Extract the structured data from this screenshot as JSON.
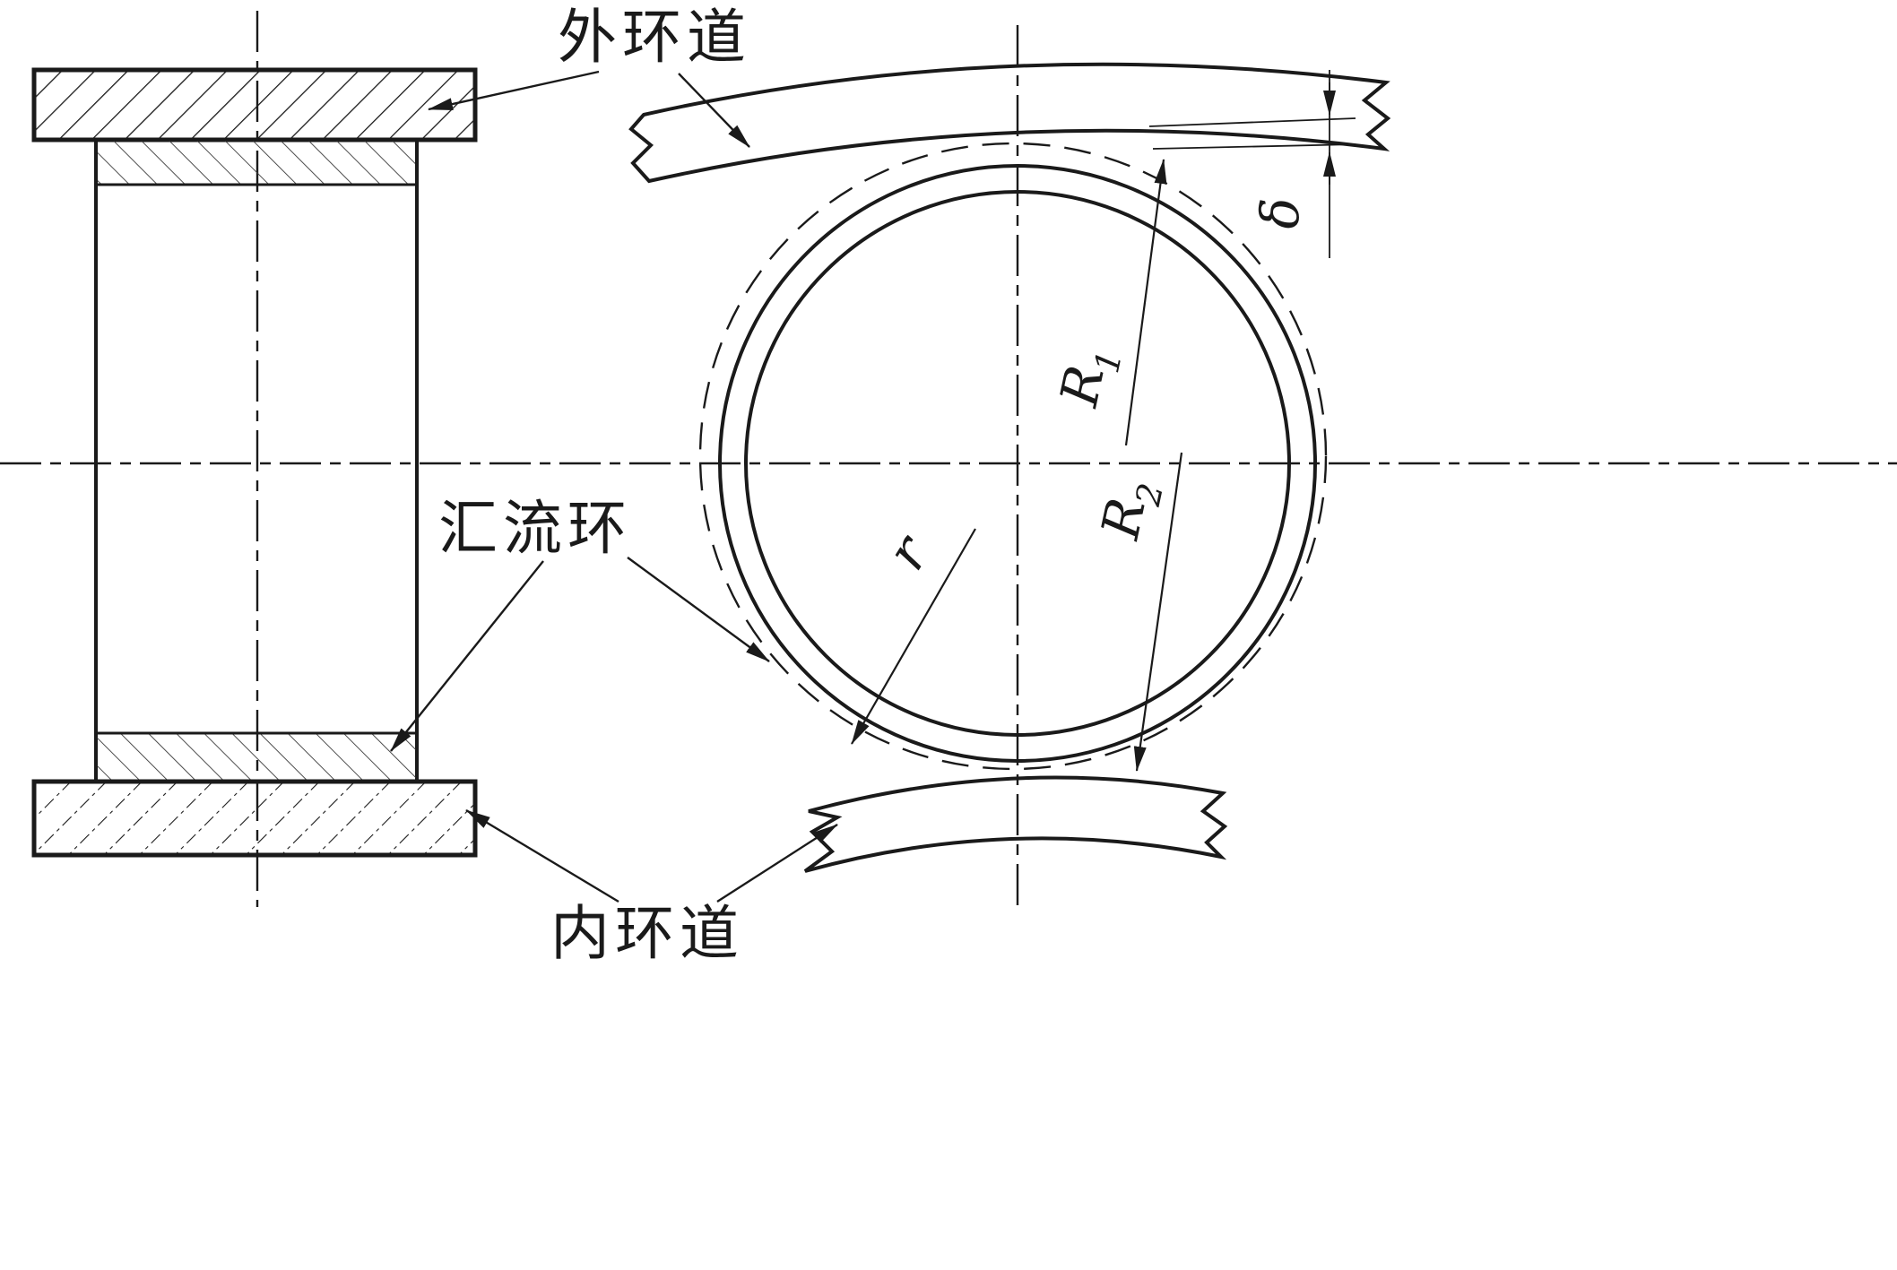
{
  "figure": {
    "type": "engineering-diagram",
    "description": "Bearing raceway / collector ring cross-section (left) and ball-raceway contact geometry (right)"
  },
  "labels": {
    "outer_raceway": "外环道",
    "collector_ring": "汇流环",
    "inner_raceway": "内环道"
  },
  "dimensions": {
    "delta": "δ",
    "R1_base": "R",
    "R1_sub": "1",
    "R2_base": "R",
    "R2_sub": "2",
    "r_small": "r"
  },
  "colors": {
    "ink": "#1a1a1a",
    "background": "#ffffff"
  }
}
